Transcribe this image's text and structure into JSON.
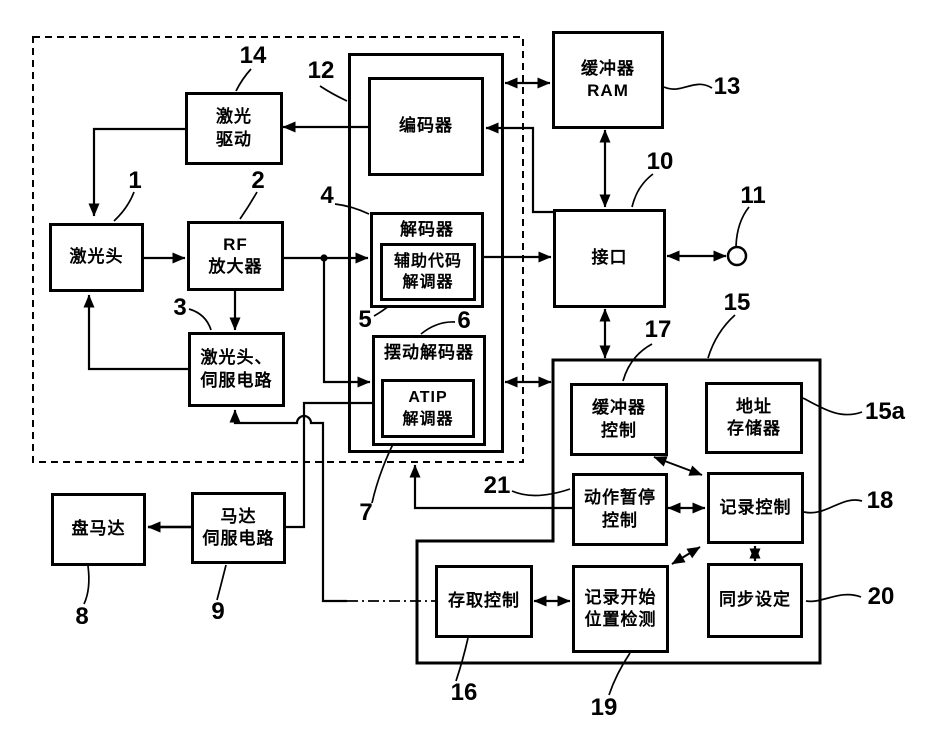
{
  "diagram": {
    "title": "optical-disc-recorder-block-diagram",
    "colors": {
      "line": "#000000",
      "background": "#ffffff"
    },
    "blocks": {
      "laser_head": {
        "lines": [
          "激光头"
        ]
      },
      "rf_amp": {
        "lines": [
          "RF",
          "放大器"
        ]
      },
      "pickup_servo": {
        "lines": [
          "激光头、",
          "伺服电路"
        ]
      },
      "laser_drive": {
        "lines": [
          "激光",
          "驱动"
        ]
      },
      "encoder": {
        "lines": [
          "编码器"
        ]
      },
      "decoder": {
        "lines": [
          "解码器"
        ]
      },
      "aux_code_demod": {
        "lines": [
          "辅助代码",
          "解调器"
        ]
      },
      "wobble_decoder": {
        "lines": [
          "摆动解码器"
        ]
      },
      "atip_demod": {
        "lines": [
          "ATIP",
          "解调器"
        ]
      },
      "buffer_ram": {
        "lines": [
          "缓冲器",
          "RAM"
        ]
      },
      "interface": {
        "lines": [
          "接口"
        ]
      },
      "disc_motor": {
        "lines": [
          "盘马达"
        ]
      },
      "motor_servo": {
        "lines": [
          "马达",
          "伺服电路"
        ]
      },
      "buffer_control": {
        "lines": [
          "缓冲器",
          "控制"
        ]
      },
      "address_memory": {
        "lines": [
          "地址",
          "存储器"
        ]
      },
      "pause_control": {
        "lines": [
          "动作暂停",
          "控制"
        ]
      },
      "record_control": {
        "lines": [
          "记录控制"
        ]
      },
      "access_control": {
        "lines": [
          "存取控制"
        ]
      },
      "record_start_detect": {
        "lines": [
          "记录开始",
          "位置检测"
        ]
      },
      "sync_setting": {
        "lines": [
          "同步设定"
        ]
      }
    },
    "refs": {
      "r1": "1",
      "r2": "2",
      "r3": "3",
      "r4": "4",
      "r5": "5",
      "r6": "6",
      "r7": "7",
      "r8": "8",
      "r9": "9",
      "r10": "10",
      "r11": "11",
      "r12": "12",
      "r13": "13",
      "r14": "14",
      "r15": "15",
      "r15a": "15a",
      "r16": "16",
      "r17": "17",
      "r18": "18",
      "r19": "19",
      "r20": "20",
      "r21": "21"
    }
  }
}
